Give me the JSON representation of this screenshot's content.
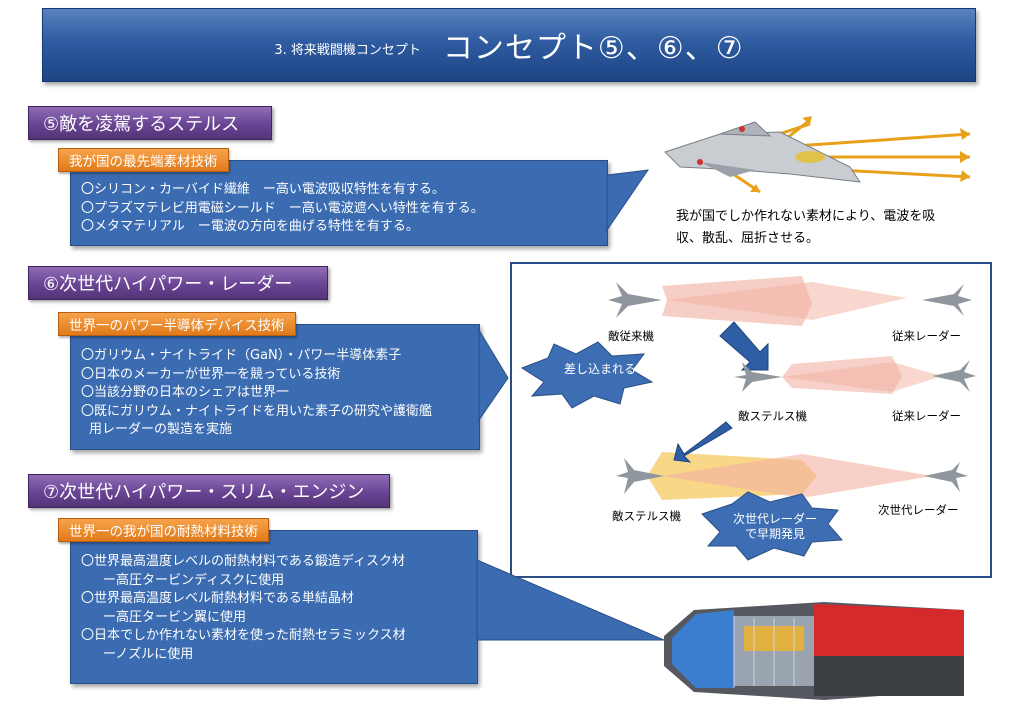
{
  "banner": {
    "subtitle": "3. 将来戦闘機コンセプト",
    "title": "コンセプト⑤、⑥、⑦"
  },
  "section5": {
    "header": "⑤敵を凌駕するステルス",
    "tag": "我が国の最先端素材技術",
    "lines": [
      "〇シリコン・カーバイド繊維　ー高い電波吸収特性を有する。",
      "〇プラズマテレビ用電磁シールド　ー高い電波遮へい特性を有する。",
      "〇メタマテリアル　ー電波の方向を曲げる特性を有する。"
    ],
    "caption_line1": "我が国でしか作れない素材により、電波を吸",
    "caption_line2": "収、散乱、屈折させる。"
  },
  "section6": {
    "header": "⑥次世代ハイパワー・レーダー",
    "tag": "世界一のパワー半導体デバイス技術",
    "lines": [
      "〇ガリウム・ナイトライド（GaN）・パワー半導体素子",
      "〇日本のメーカーが世界一を競っている技術",
      "〇当該分野の日本のシェアは世界一",
      "〇既にガリウム・ナイトライドを用いた素子の研究や護衛艦",
      "用レーダーの製造を実施"
    ]
  },
  "section7": {
    "header": "⑦次世代ハイパワー・スリム・エンジン",
    "tag": "世界一の我が国の耐熱材料技術",
    "lines": [
      "〇世界最高温度レベルの耐熱材料である鍛造ディスク材",
      "ー高圧タービンディスクに使用",
      "〇世界最高温度レベル耐熱材料である単結晶材",
      "ー高圧タービン翼に使用",
      "〇日本でしか作れない素材を使った耐熱セラミックス材",
      "ーノズルに使用"
    ]
  },
  "diagram": {
    "row1_left": "敵従来機",
    "row1_right": "従来レーダー",
    "row2_left": "敵ステルス機",
    "row2_right": "従来レーダー",
    "row3_left": "敵ステルス機",
    "row3_right": "次世代レーダー",
    "burst1": "差し込まれる",
    "burst2_line1": "次世代レーダー",
    "burst2_line2": "で早期発見"
  },
  "colors": {
    "banner": "#2f5ba0",
    "section_header": "#6a4494",
    "box": "#3b6bb0",
    "tag": "#e88a2a",
    "radar_beam": "#f5b3a6",
    "nextgen_beam": "#f7c96a"
  }
}
